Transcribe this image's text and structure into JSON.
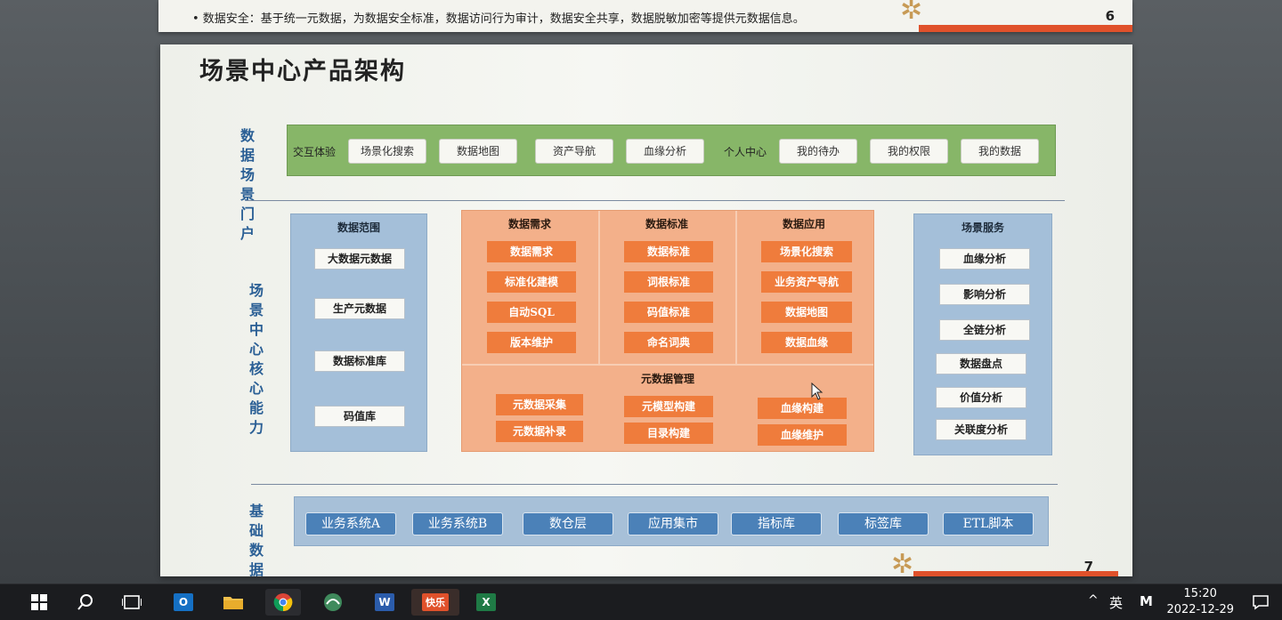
{
  "prev_slide": {
    "bullet": "• 数据安全：基于统一元数据，为数据安全标准，数据访问行为审计，数据安全共享，数据脱敏加密等提供元数据信息。",
    "page_number": "6"
  },
  "slide": {
    "title": "场景中心产品架构",
    "page_number": "7",
    "sections": {
      "portal": "数据场景门户",
      "core": "场景中心核心能力",
      "base": "基础数据"
    },
    "portal": {
      "group1_label": "交互体验",
      "group1_items": [
        "场景化搜索",
        "数据地图",
        "资产导航",
        "血缘分析"
      ],
      "group2_label": "个人中心",
      "group2_items": [
        "我的待办",
        "我的权限",
        "我的数据"
      ]
    },
    "data_scope": {
      "title": "数据范围",
      "items": [
        "大数据元数据",
        "生产元数据",
        "数据标准库",
        "码值库"
      ]
    },
    "data_demand": {
      "title": "数据需求",
      "items": [
        "数据需求",
        "标准化建模",
        "自动SQL",
        "版本维护"
      ]
    },
    "data_standard": {
      "title": "数据标准",
      "items": [
        "数据标准",
        "词根标准",
        "码值标准",
        "命名词典"
      ]
    },
    "data_application": {
      "title": "数据应用",
      "items": [
        "场景化搜索",
        "业务资产导航",
        "数据地图",
        "数据血缘"
      ]
    },
    "metadata_mgmt": {
      "title": "元数据管理",
      "col1": [
        "元数据采集",
        "元数据补录"
      ],
      "col2": [
        "元模型构建",
        "目录构建"
      ],
      "col3": [
        "血缘构建",
        "血缘维护"
      ]
    },
    "scene_service": {
      "title": "场景服务",
      "items": [
        "血缘分析",
        "影响分析",
        "全链分析",
        "数据盘点",
        "价值分析",
        "关联度分析"
      ]
    },
    "base_items": [
      "业务系统A",
      "业务系统B",
      "数仓层",
      "应用集市",
      "指标库",
      "标签库",
      "ETL脚本"
    ]
  },
  "taskbar": {
    "apps": [
      {
        "name": "start",
        "icon": "windows-icon"
      },
      {
        "name": "search",
        "icon": "search-icon"
      },
      {
        "name": "task-view",
        "icon": "task-view-icon"
      },
      {
        "name": "outlook",
        "icon": "outlook-icon",
        "label": "O"
      },
      {
        "name": "explorer",
        "icon": "folder-icon"
      },
      {
        "name": "chrome",
        "icon": "chrome-icon"
      },
      {
        "name": "app-green",
        "icon": "app-icon"
      },
      {
        "name": "word",
        "icon": "word-icon",
        "label": "W"
      },
      {
        "name": "kuaile",
        "icon": "kuaile-icon",
        "label": "快乐"
      },
      {
        "name": "excel",
        "icon": "excel-icon",
        "label": "X"
      }
    ],
    "tray": {
      "chevron": "^",
      "ime": "英",
      "ime2": "M"
    },
    "time": "15:20",
    "date": "2022-12-29"
  },
  "colors": {
    "portal_green": "#87b668",
    "orange_area": "#f3b08a",
    "orange_box": "#ef7c3c",
    "blue_column": "#a4bfd9",
    "base_button": "#4b81b8",
    "accent_red": "#e0512b"
  }
}
